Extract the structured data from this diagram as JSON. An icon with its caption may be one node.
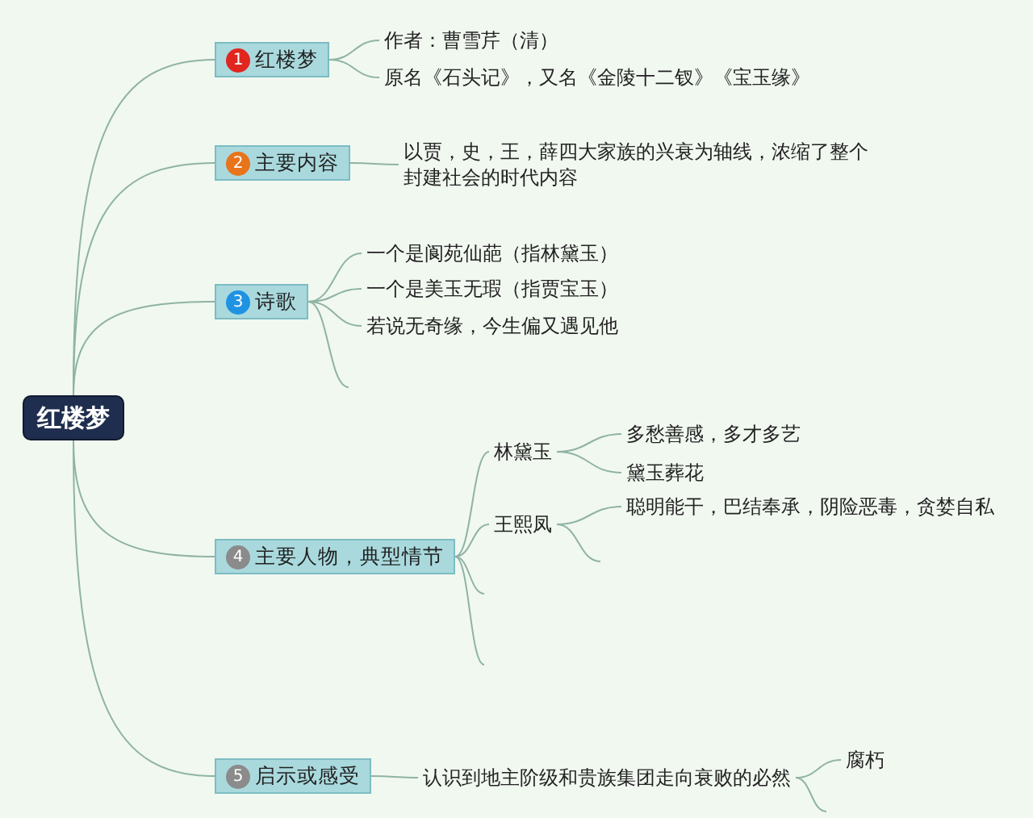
{
  "diagram": {
    "nodes": [
      {
        "text": [
          "红楼梦"
        ]
      },
      {
        "text": [
          "1",
          "红楼梦"
        ]
      },
      {
        "text": [
          "作者：曹雪芹（清）"
        ]
      },
      {
        "text": [
          "原名《石头记》，又名《金陵十二钗》《宝玉缘》"
        ]
      },
      {
        "text": [
          "2",
          "主要内容"
        ]
      },
      {
        "text": [
          "以贾，史，王，薛四大家族的兴衰为轴线，浓缩了整个封建社会的时代内容"
        ]
      },
      {
        "text": [
          "3",
          "诗歌"
        ]
      },
      {
        "text": [
          "一个是阆苑仙葩（指林黛玉）"
        ]
      },
      {
        "text": [
          "一个是美玉无瑕（指贾宝玉）"
        ]
      },
      {
        "text": [
          "若说无奇缘，今生偏又遇见他"
        ]
      },
      {
        "text": [
          "4",
          "主要人物，典型情节"
        ]
      },
      {
        "text": [
          "林黛玉"
        ]
      },
      {
        "text": [
          "多愁善感，多才多艺"
        ]
      },
      {
        "text": [
          "黛玉葬花"
        ]
      },
      {
        "text": [
          "王熙凤"
        ]
      },
      {
        "text": [
          "聪明能干，巴结奉承，阴险恶毒，贪婪自私"
        ]
      },
      {
        "text": [
          "5",
          "启示或感受"
        ]
      },
      {
        "text": [
          "认识到地主阶级和贵族集团走向衰败的必然"
        ]
      },
      {
        "text": [
          "腐朽"
        ]
      }
    ],
    "edges": [
      {
        "from": 0,
        "to": 1,
        "arrow": "none"
      },
      {
        "from": 0,
        "to": 4,
        "arrow": "none"
      },
      {
        "from": 0,
        "to": 6,
        "arrow": "none"
      },
      {
        "from": 0,
        "to": 10,
        "arrow": "none"
      },
      {
        "from": 0,
        "to": 16,
        "arrow": "none"
      },
      {
        "from": 1,
        "to": 2,
        "arrow": "none"
      },
      {
        "from": 1,
        "to": 3,
        "arrow": "none"
      },
      {
        "from": 4,
        "to": 5,
        "arrow": "none"
      },
      {
        "from": 6,
        "to": 7,
        "arrow": "none"
      },
      {
        "from": 6,
        "to": 8,
        "arrow": "none"
      },
      {
        "from": 6,
        "to": 9,
        "arrow": "none"
      },
      {
        "from": 6,
        "to": null,
        "arrow": "none"
      },
      {
        "from": 10,
        "to": 11,
        "arrow": "none"
      },
      {
        "from": 10,
        "to": 14,
        "arrow": "none"
      },
      {
        "from": 10,
        "to": null,
        "arrow": "none"
      },
      {
        "from": 10,
        "to": null,
        "arrow": "none"
      },
      {
        "from": 11,
        "to": 12,
        "arrow": "none"
      },
      {
        "from": 11,
        "to": 13,
        "arrow": "none"
      },
      {
        "from": 14,
        "to": 15,
        "arrow": "none"
      },
      {
        "from": 14,
        "to": null,
        "arrow": "none"
      },
      {
        "from": 16,
        "to": 17,
        "arrow": "none"
      },
      {
        "from": 17,
        "to": 18,
        "arrow": "none"
      },
      {
        "from": 17,
        "to": null,
        "arrow": "none"
      }
    ]
  }
}
